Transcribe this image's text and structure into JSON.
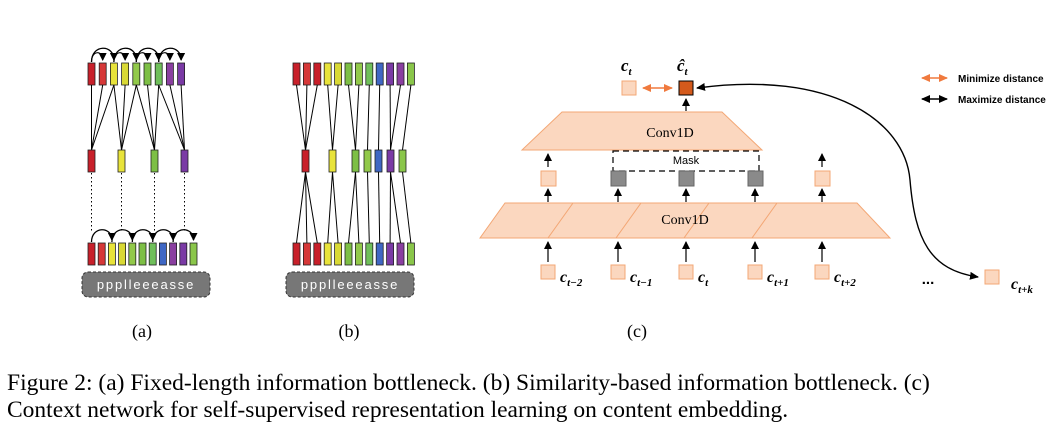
{
  "figure": {
    "panel_a": {
      "label": "(a)",
      "input_text": "ppplleeeasse",
      "tokens": [
        "p",
        "p",
        "p",
        "l",
        "l",
        "e",
        "e",
        "e",
        "a",
        "s",
        "s",
        "e"
      ],
      "top_colors": [
        "#c8202a",
        "#d63838",
        "#e8e33a",
        "#d9d935",
        "#92c94a",
        "#7dbf45",
        "#6fbf5a",
        "#8a3fa0",
        "#7a3aa5"
      ],
      "mid_colors": [
        "#c8202a",
        "#e8e33a",
        "#7dbf45",
        "#7a3aa5"
      ],
      "bottom_colors": [
        "#c8202a",
        "#d63838",
        "#e8e33a",
        "#d9d935",
        "#92c94a",
        "#7dbf45",
        "#6fbf5a",
        "#3f67c4",
        "#8a3fa0",
        "#7a3aa5",
        "#8ac64a"
      ]
    },
    "panel_b": {
      "label": "(b)",
      "input_text": "ppplleeeasse",
      "tokens": [
        "p",
        "p",
        "p",
        "l",
        "l",
        "e",
        "e",
        "e",
        "a",
        "s",
        "s",
        "e"
      ],
      "top_colors": [
        "#c8202a",
        "#d63838",
        "#c8202a",
        "#e8e33a",
        "#d9d935",
        "#7dbf45",
        "#92c94a",
        "#6fbf5a",
        "#3f67c4",
        "#7a3aa5",
        "#8a3fa0",
        "#8ac64a"
      ],
      "mid_colors": [
        "#c8202a",
        "#e8e33a",
        "#7dbf45",
        "#92c94a",
        "#3f67c4",
        "#7a3aa5",
        "#8ac64a"
      ],
      "bottom_colors": [
        "#c8202a",
        "#d63838",
        "#c8202a",
        "#e8e33a",
        "#d9d935",
        "#7dbf45",
        "#92c94a",
        "#6fbf5a",
        "#3f67c4",
        "#7a3aa5",
        "#8a3fa0",
        "#8ac64a"
      ]
    },
    "panel_c": {
      "label": "(c)",
      "conv_top_label": "Conv1D",
      "conv_bottom_label": "Conv1D",
      "mask_label": "Mask",
      "ct_label": "c",
      "ct_sub": "t",
      "ct_hat_label": "ĉ",
      "ct_hat_sub": "t",
      "bottom_inputs": [
        {
          "base": "c",
          "sub": "t−2"
        },
        {
          "base": "c",
          "sub": "t−1"
        },
        {
          "base": "c",
          "sub": "t"
        },
        {
          "base": "c",
          "sub": "t+1"
        },
        {
          "base": "c",
          "sub": "t+2"
        }
      ],
      "ellipsis": "...",
      "target": {
        "base": "c",
        "sub": "t+k"
      },
      "legend": {
        "minimize": "Minimize distance",
        "maximize": "Maximize distance"
      },
      "colors": {
        "peach_fill": "#fbd7bf",
        "peach_stroke": "#f3a775",
        "dark_orange": "#d45a1c",
        "orange_arrow": "#f07a3e",
        "gray_fill": "#8a8a8a"
      }
    },
    "caption": {
      "line1": "Figure 2: (a) Fixed-length information bottleneck. (b) Similarity-based information bottleneck. (c)",
      "line2": "Context network for self-supervised representation learning on content embedding."
    }
  }
}
